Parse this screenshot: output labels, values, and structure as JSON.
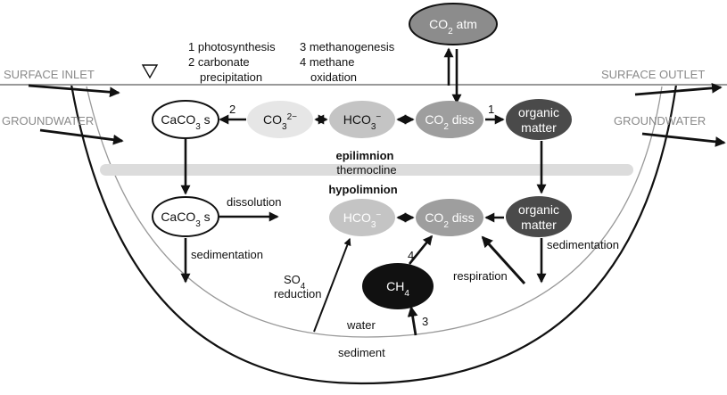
{
  "legend": {
    "item1": "1 photosynthesis",
    "item2": "2 carbonate",
    "item2b": "precipitation",
    "item3": "3 methanogenesis",
    "item4": "4 methane",
    "item4b": "oxidation"
  },
  "labels": {
    "surface_inlet": "SURFACE INLET",
    "surface_outlet": "SURFACE OUTLET",
    "groundwater_left": "GROUNDWATER",
    "groundwater_right": "GROUNDWATER",
    "epilimnion": "epilimnion",
    "thermocline": "thermocline",
    "hypolimnion": "hypolimnion",
    "dissolution": "dissolution",
    "sedimentation_left": "sedimentation",
    "sedimentation_right": "sedimentation",
    "so4": "SO",
    "so4_sub": "4",
    "reduction": "reduction",
    "respiration": "respiration",
    "water": "water",
    "sediment": "sediment"
  },
  "nodes": {
    "co2_atm": {
      "main": "CO",
      "sub": "2",
      "rest": " atm"
    },
    "caco3_top": {
      "main": "CaCO",
      "sub": "3",
      "rest": " s"
    },
    "co3": {
      "main": "CO",
      "sub": "3",
      "sup": "2−"
    },
    "hco3_top": {
      "main": "HCO",
      "sub": "3",
      "sup": "−"
    },
    "co2_diss_top": {
      "main": "CO",
      "sub": "2",
      "rest": " diss"
    },
    "om_top": {
      "line1": "organic",
      "line2": "matter"
    },
    "caco3_bot": {
      "main": "CaCO",
      "sub": "3",
      "rest": " s"
    },
    "hco3_bot": {
      "main": "HCO",
      "sub": "3",
      "sup": "−"
    },
    "co2_diss_bot": {
      "main": "CO",
      "sub": "2",
      "rest": " diss"
    },
    "om_bot": {
      "line1": "organic",
      "line2": "matter"
    },
    "ch4": {
      "main": "CH",
      "sub": "4"
    }
  },
  "process_numbers": {
    "n1": "1",
    "n2": "2",
    "n3": "3",
    "n4": "4"
  },
  "colors": {
    "co2_atm": "#8c8c8c",
    "caco3": "#ffffff",
    "co3": "#e6e6e6",
    "hco3": "#c4c4c4",
    "co2_diss": "#9e9e9e",
    "organic_matter": "#4a4a4a",
    "ch4": "#111111",
    "thermocline": "#dcdcdc",
    "water_line": "#999999"
  },
  "icons": {
    "water_level": "inverted-triangle-icon"
  }
}
